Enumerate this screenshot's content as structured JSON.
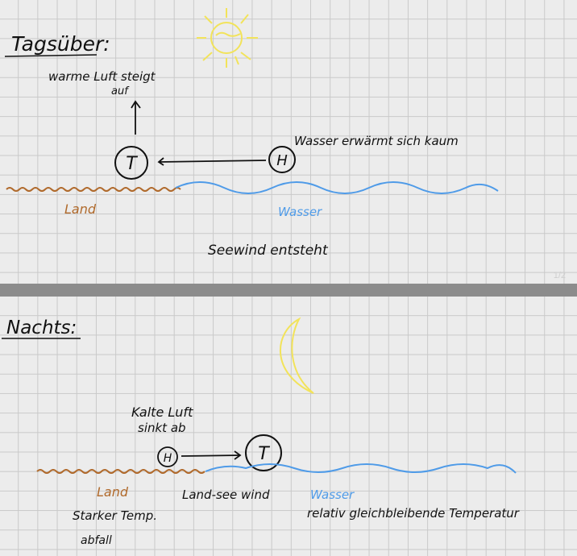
{
  "page1": {
    "heading": "Tagsüber:",
    "rising_air": [
      "warme Luft steigt",
      "auf"
    ],
    "low_pressure_symbol": "T",
    "high_pressure_symbol": "H",
    "water_note": "Wasser erwärmt sich kaum",
    "land_label": "Land",
    "water_label": "Wasser",
    "wind_caption": "Seewind entsteht",
    "page_number": "1/2",
    "colors": {
      "ink": "#111111",
      "land": "#b06a2c",
      "water": "#4f9be8",
      "sun": "#f2e35a"
    }
  },
  "page2": {
    "heading": "Nachts:",
    "sinking_air": [
      "Kalte Luft",
      "sinkt ab"
    ],
    "high_pressure_symbol": "H",
    "low_pressure_symbol": "T",
    "land_label": "Land",
    "wind_caption": "Land-see wind",
    "water_label": "Wasser",
    "land_note": [
      "Starker Temp.",
      "abfall"
    ],
    "water_note": "relativ gleichbleibende Temperatur",
    "colors": {
      "ink": "#111111",
      "land": "#b06a2c",
      "water": "#4f9be8",
      "moon": "#f2e35a"
    }
  }
}
